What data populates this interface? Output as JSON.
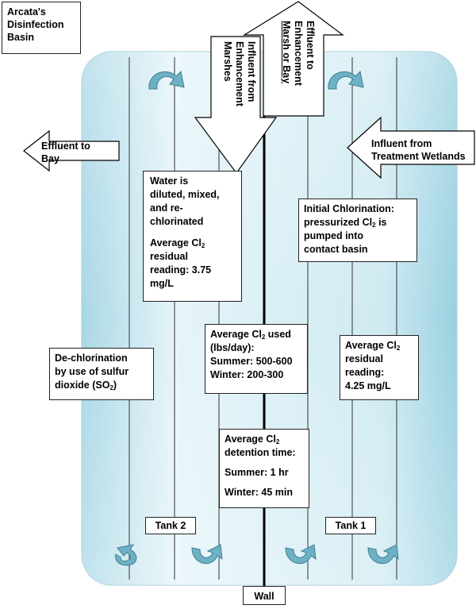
{
  "title": {
    "line1": "Arcata's",
    "line2": "Disinfection",
    "line3": "Basin"
  },
  "arrows": {
    "effluent_bay_left": {
      "line1": "Effluent to",
      "line2": "Bay"
    },
    "influent_wetlands": {
      "line1": "Influent from",
      "line2": "Treatment Wetlands"
    },
    "influent_marshes": {
      "line1": "Influent from",
      "line2": "Enhancement",
      "line3": "Marshes"
    },
    "effluent_marsh": {
      "line1": "Effluent to",
      "line2": "Enhancement",
      "line3": "Marsh or Bay"
    }
  },
  "boxes": {
    "water_diluted": {
      "l1": "Water is",
      "l2": "diluted, mixed,",
      "l3": "and re-",
      "l4": "chlorinated",
      "l5": "Average Cl",
      "l6": "residual",
      "l7": "reading: 3.75",
      "l8": "mg/L"
    },
    "initial_chlorination": {
      "l1": "Initial Chlorination:",
      "l2a": "pressurized Cl",
      "l2b": " is",
      "l3": "pumped into",
      "l4": "contact basin"
    },
    "dechlorination": {
      "l1": "De-chlorination",
      "l2": "by use of sulfur",
      "l3a": "dioxide (SO",
      "l3b": ")"
    },
    "cl2_used": {
      "l1": "Average Cl",
      "l1b": " used",
      "l2": "(lbs/day):",
      "l3": "Summer:  500-600",
      "l4": "Winter:  200-300"
    },
    "residual_right": {
      "l1": "Average Cl",
      "l2": "residual",
      "l3": "reading:",
      "l4": "4.25 mg/L"
    },
    "detention": {
      "l1": "Average Cl",
      "l2": "detention time:",
      "l3": "Summer: 1 hr",
      "l4": "Winter: 45 min"
    }
  },
  "subscript_2": "2",
  "tanks": {
    "tank2": "Tank 2",
    "tank1": "Tank 1"
  },
  "wall_label": "Wall",
  "colors": {
    "basin_light": "#d4ecf3",
    "basin_dark": "#7fc1d6",
    "arrow_fill": "#7fbfcf"
  }
}
